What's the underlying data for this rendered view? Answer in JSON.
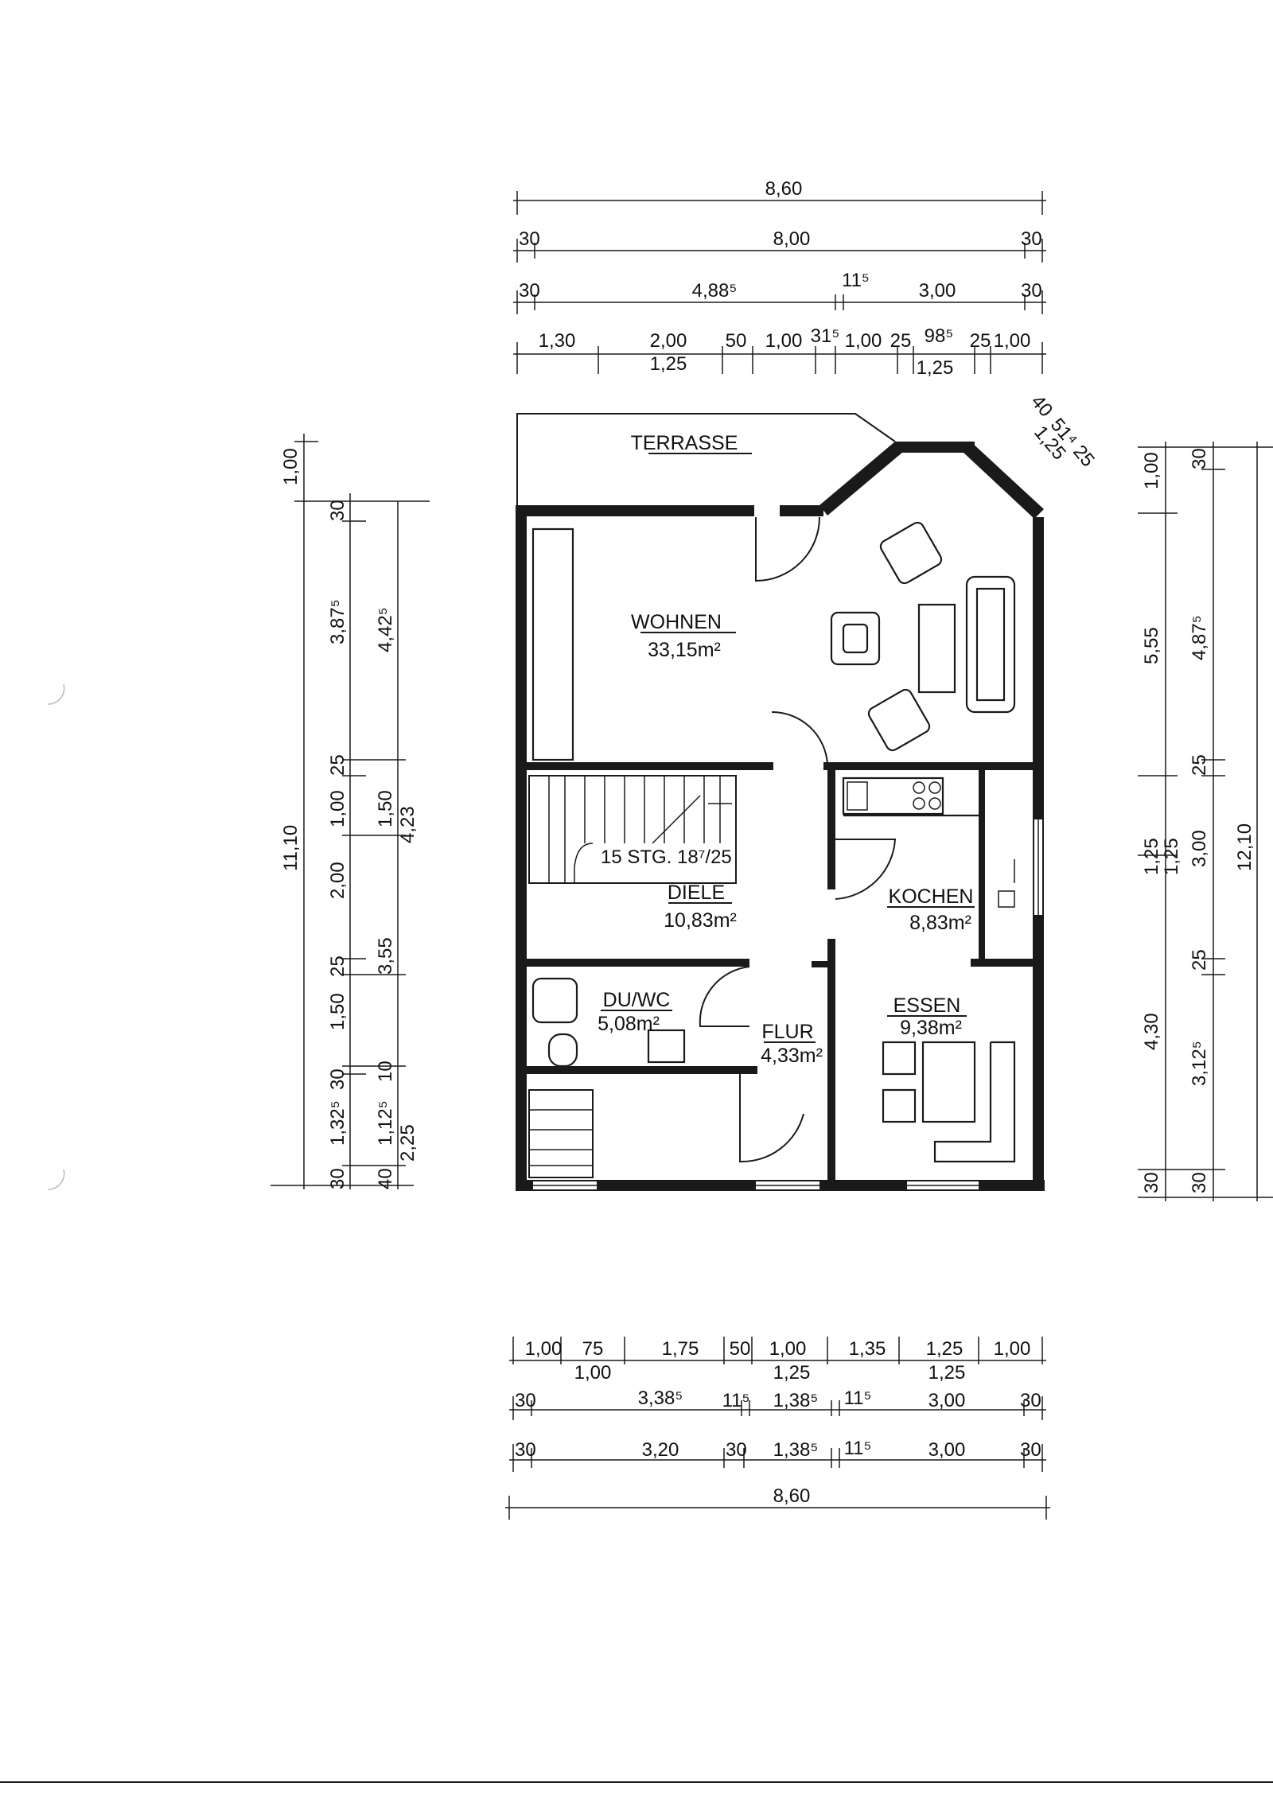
{
  "rooms": {
    "terrasse": {
      "name": "TERRASSE"
    },
    "wohnen": {
      "name": "WOHNEN",
      "area": "33,15m²"
    },
    "diele": {
      "name": "DIELE",
      "area": "10,83m²"
    },
    "kochen": {
      "name": "KOCHEN",
      "area": "8,83m²"
    },
    "essen": {
      "name": "ESSEN",
      "area": "9,38m²"
    },
    "duwc": {
      "name": "DU/WC",
      "area": "5,08m²"
    },
    "flur": {
      "name": "FLUR",
      "area": "4,33m²"
    },
    "stairs": {
      "label": "15 STG. 18⁷/25"
    }
  },
  "dims_top": {
    "row1_total": "8,60",
    "row2": [
      "30",
      "8,00",
      "30"
    ],
    "row3": [
      "30",
      "4,88⁵",
      "11⁵",
      "3,00",
      "30"
    ],
    "row4": [
      "1,30",
      "2,00",
      "50",
      "1,00",
      "31⁵",
      "1,00",
      "25",
      "98⁵",
      "25",
      "1,00"
    ],
    "row4_sub": [
      "1,25",
      "1,25"
    ],
    "bay": [
      "40",
      "51⁴",
      "1,25",
      "25"
    ]
  },
  "dims_bottom": {
    "row1": [
      "1,00",
      "75",
      "1,75",
      "50",
      "1,00",
      "1,35",
      "1,25",
      "1,00"
    ],
    "row1_sub": [
      "1,00",
      "1,25",
      "1,25"
    ],
    "row2": [
      "30",
      "3,38⁵",
      "11⁵",
      "1,38⁵",
      "11⁵",
      "3,00",
      "30"
    ],
    "row3": [
      "30",
      "3,20",
      "30",
      "1,38⁵",
      "11⁵",
      "3,00",
      "30"
    ],
    "row4_total": "8,60"
  },
  "dims_left": {
    "total": "11,10",
    "col1": [
      "1,00",
      "30",
      "3,87⁵",
      "25",
      "1,00",
      "2,00",
      "25",
      "1,50",
      "30",
      "1,32⁵",
      "30"
    ],
    "col2": [
      "4,42⁵",
      "1,50",
      "4,23",
      "3,55",
      "10",
      "1,12⁵",
      "2,25",
      "40"
    ]
  },
  "dims_right": {
    "total": "12,10",
    "col1": [
      "1,00",
      "5,55",
      "1,25",
      "4,30",
      "30"
    ],
    "col1_sub": "1,25",
    "col2": [
      "30",
      "4,87⁵",
      "25",
      "3,00",
      "25",
      "3,12⁵",
      "30"
    ]
  },
  "colors": {
    "ink": "#1a1a1a",
    "paper": "#ffffff"
  }
}
